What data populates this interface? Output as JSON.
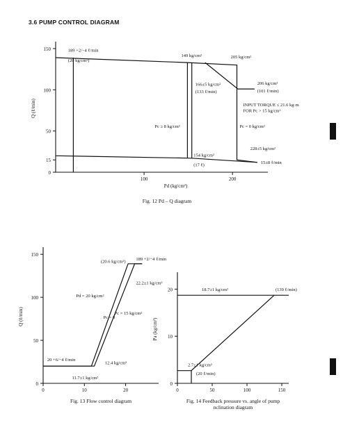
{
  "section_title": "3.6  PUMP CONTROL DIAGRAM",
  "chart_data": [
    {
      "type": "line",
      "caption": "Fig. 12  Pd – Q diagram",
      "xlabel": "Pd  (kg/cm²)",
      "ylabel": "Q (ℓ/min)",
      "xlim": [
        0,
        240
      ],
      "ylim": [
        0,
        155
      ],
      "xticks": [
        {
          "v": 100,
          "label": "100"
        },
        {
          "v": 200,
          "label": "200"
        }
      ],
      "yticks": [
        {
          "v": 0,
          "label": "0"
        },
        {
          "v": 15,
          "label": "15"
        },
        {
          "v": 50,
          "label": "50"
        },
        {
          "v": 100,
          "label": "100"
        },
        {
          "v": 150,
          "label": "150"
        }
      ],
      "series": [
        {
          "values": [
            [
              0,
              139
            ],
            [
              149,
              133
            ],
            [
              205,
              130
            ],
            [
              205,
              15
            ],
            [
              228,
              12
            ]
          ]
        },
        {
          "values": [
            [
              0,
              20
            ],
            [
              154,
              17
            ],
            [
              228,
              12
            ]
          ]
        },
        {
          "values": [
            [
              149,
              133
            ],
            [
              149,
              17
            ]
          ]
        },
        {
          "values": [
            [
              154,
              133
            ],
            [
              154,
              17
            ]
          ]
        },
        {
          "values": [
            [
              169,
              133
            ],
            [
              206,
              101
            ],
            [
              225,
              101
            ]
          ]
        },
        {
          "values": [
            [
              20,
              0
            ],
            [
              20,
              139
            ]
          ]
        }
      ],
      "annotations": [
        {
          "text": "189 +2/−4 ℓ/min",
          "x": 14,
          "y": 146
        },
        {
          "text": "(20 kg/cm²)",
          "x": 14,
          "y": 134
        },
        {
          "text": "149 kg/cm²",
          "x": 142,
          "y": 140
        },
        {
          "text": "205 kg/cm²",
          "x": 198,
          "y": 138
        },
        {
          "text": "166±5 kg/cm²",
          "x": 158,
          "y": 105
        },
        {
          "text": "(133 ℓ/min)",
          "x": 158,
          "y": 96
        },
        {
          "text": "206 kg/cm²",
          "x": 228,
          "y": 106
        },
        {
          "text": "(101 ℓ/min)",
          "x": 228,
          "y": 97
        },
        {
          "text": "INPUT TORQUE ≤ 21.6 kg·m",
          "x": 212,
          "y": 80
        },
        {
          "text": "FOR Pc > 15 kg/cm²",
          "x": 212,
          "y": 73
        },
        {
          "text": "Pc ≥ 8 kg/cm²",
          "x": 112,
          "y": 54
        },
        {
          "text": "Pc = 0 kg/cm²",
          "x": 208,
          "y": 54
        },
        {
          "text": "154 kg/cm²",
          "x": 156,
          "y": 19
        },
        {
          "text": "(17 ℓ)",
          "x": 156,
          "y": 7
        },
        {
          "text": "228±5 kg/cm²",
          "x": 220,
          "y": 27
        },
        {
          "text": "15±8 ℓ/min",
          "x": 232,
          "y": 10
        }
      ]
    },
    {
      "type": "line",
      "caption": "Fig. 13  Flow control diagram",
      "xlabel": "",
      "ylabel": "Q (ℓ/min)",
      "xlim": [
        0,
        28
      ],
      "ylim": [
        0,
        155
      ],
      "xticks": [
        {
          "v": 0,
          "label": "0"
        },
        {
          "v": 10,
          "label": "10"
        },
        {
          "v": 20,
          "label": "20"
        }
      ],
      "yticks": [
        {
          "v": 0,
          "label": "0"
        },
        {
          "v": 50,
          "label": "50"
        },
        {
          "v": 100,
          "label": "100"
        },
        {
          "v": 150,
          "label": "150"
        }
      ],
      "series": [
        {
          "name": "Pc = 0",
          "values": [
            [
              0,
              20
            ],
            [
              11.7,
              20
            ],
            [
              20.6,
              139
            ],
            [
              24,
              139
            ]
          ]
        },
        {
          "name": "Pc = 15 kg/cm²",
          "values": [
            [
              0,
              20
            ],
            [
              12.4,
              20
            ],
            [
              22.2,
              139
            ],
            [
              24,
              139
            ]
          ]
        }
      ],
      "annotations": [
        {
          "text": "(20.6 kg/cm²)",
          "x": 14,
          "y": 140
        },
        {
          "text": "189 +2/−4 ℓ/min",
          "x": 22.5,
          "y": 143
        },
        {
          "text": "22.2±1 kg/cm²",
          "x": 22.5,
          "y": 115
        },
        {
          "text": "Pd = 20 kg/cm²",
          "x": 8,
          "y": 100
        },
        {
          "text": "Pc = 0",
          "x": 14.6,
          "y": 75
        },
        {
          "text": "Pc = 15 kg/cm²",
          "x": 17.3,
          "y": 80
        },
        {
          "text": "20 +6/−4 ℓ/min",
          "x": 1,
          "y": 26
        },
        {
          "text": "12.4 kg/cm²",
          "x": 15,
          "y": 22
        },
        {
          "text": "11.7±1 kg/cm²",
          "x": 7,
          "y": 5
        }
      ]
    },
    {
      "type": "line",
      "caption": "Fig. 14  Feedback pressure vs. angle of pump inclination diagram",
      "xlabel": "",
      "ylabel": "Pa (kg/cm²)",
      "xlim": [
        0,
        160
      ],
      "ylim": [
        0,
        23
      ],
      "xticks": [
        {
          "v": 0,
          "label": "0"
        },
        {
          "v": 50,
          "label": "50"
        },
        {
          "v": 100,
          "label": "100"
        },
        {
          "v": 150,
          "label": "150"
        }
      ],
      "yticks": [
        {
          "v": 0,
          "label": "0"
        },
        {
          "v": 10,
          "label": "10"
        },
        {
          "v": 20,
          "label": "20"
        }
      ],
      "series": [
        {
          "values": [
            [
              20,
              0
            ],
            [
              20,
              2.7
            ],
            [
              139,
              18.7
            ],
            [
              160,
              18.7
            ]
          ]
        },
        {
          "values": [
            [
              0,
              2.7
            ],
            [
              20,
              2.7
            ]
          ]
        },
        {
          "values": [
            [
              0,
              18.7
            ],
            [
              139,
              18.7
            ]
          ]
        }
      ],
      "annotations": [
        {
          "text": "18.7±1 kg/cm²",
          "x": 35,
          "y": 19.6
        },
        {
          "text": "(139 ℓ/min)",
          "x": 141,
          "y": 19.6
        },
        {
          "text": "2.7±1 kg/cm²",
          "x": 15,
          "y": 3.6
        },
        {
          "text": "(20 ℓ/min)",
          "x": 27,
          "y": 1.8
        }
      ]
    }
  ]
}
